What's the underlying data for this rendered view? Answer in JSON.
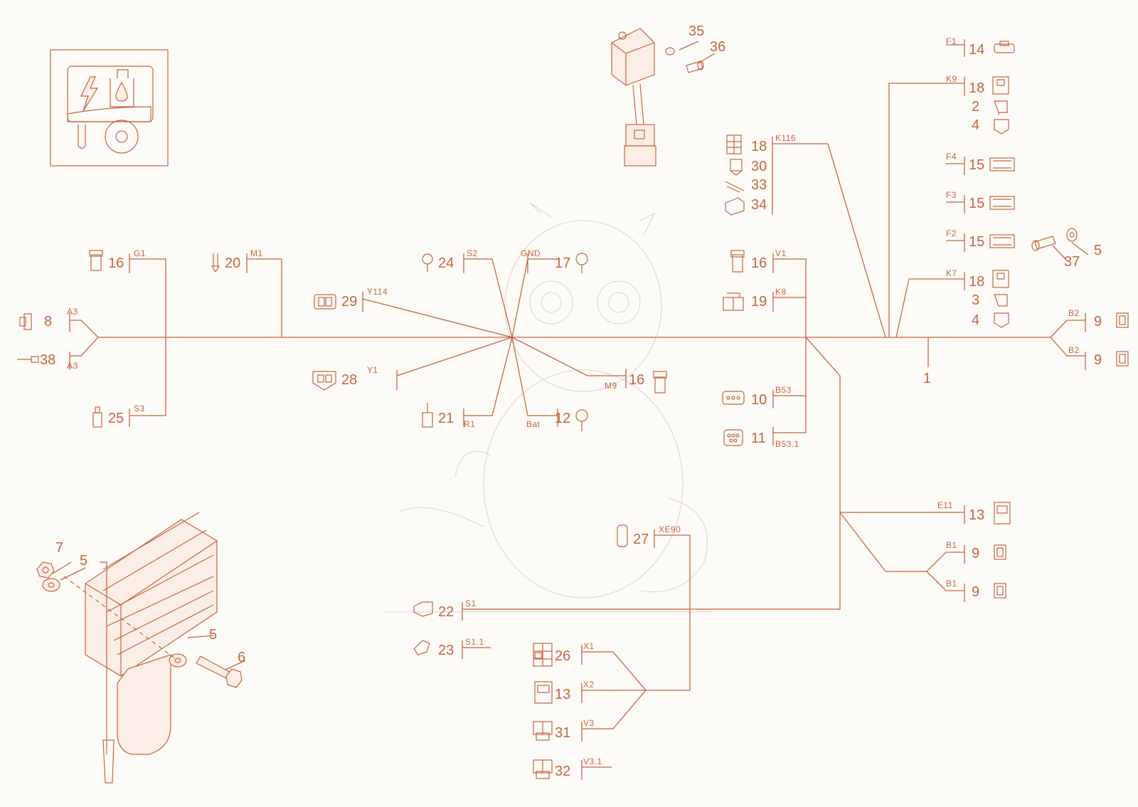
{
  "diagram": {
    "icon": "generator-electrical-icon",
    "accent_color": "#c8643c",
    "labels": [
      {
        "text": "35"
      },
      {
        "text": "36"
      },
      {
        "text": "F1"
      },
      {
        "text": "14"
      },
      {
        "text": "K9"
      },
      {
        "text": "18"
      },
      {
        "text": "2"
      },
      {
        "text": "4"
      },
      {
        "text": "K116"
      },
      {
        "text": "18"
      },
      {
        "text": "30"
      },
      {
        "text": "33"
      },
      {
        "text": "34"
      },
      {
        "text": "F4"
      },
      {
        "text": "15"
      },
      {
        "text": "F3"
      },
      {
        "text": "15"
      },
      {
        "text": "F2"
      },
      {
        "text": "15"
      },
      {
        "text": "5"
      },
      {
        "text": "37"
      },
      {
        "text": "K7"
      },
      {
        "text": "18"
      },
      {
        "text": "3"
      },
      {
        "text": "4"
      },
      {
        "text": "16"
      },
      {
        "text": "G1"
      },
      {
        "text": "20"
      },
      {
        "text": "M1"
      },
      {
        "text": "24"
      },
      {
        "text": "S2"
      },
      {
        "text": "GND"
      },
      {
        "text": "17"
      },
      {
        "text": "16"
      },
      {
        "text": "V1"
      },
      {
        "text": "29"
      },
      {
        "text": "Y114"
      },
      {
        "text": "19"
      },
      {
        "text": "K8"
      },
      {
        "text": "8"
      },
      {
        "text": "A3"
      },
      {
        "text": "38"
      },
      {
        "text": "A3"
      },
      {
        "text": "B2"
      },
      {
        "text": "9"
      },
      {
        "text": "B2"
      },
      {
        "text": "9"
      },
      {
        "text": "28"
      },
      {
        "text": "Y1"
      },
      {
        "text": "M9"
      },
      {
        "text": "16"
      },
      {
        "text": "1"
      },
      {
        "text": "10"
      },
      {
        "text": "B53"
      },
      {
        "text": "25"
      },
      {
        "text": "S3"
      },
      {
        "text": "21"
      },
      {
        "text": "R1"
      },
      {
        "text": "Bat"
      },
      {
        "text": "12"
      },
      {
        "text": "11"
      },
      {
        "text": "B53.1"
      },
      {
        "text": "E11"
      },
      {
        "text": "13"
      },
      {
        "text": "27"
      },
      {
        "text": "XE90"
      },
      {
        "text": "B1"
      },
      {
        "text": "9"
      },
      {
        "text": "7"
      },
      {
        "text": "5"
      },
      {
        "text": "B1"
      },
      {
        "text": "9"
      },
      {
        "text": "22"
      },
      {
        "text": "S1"
      },
      {
        "text": "5"
      },
      {
        "text": "23"
      },
      {
        "text": "S1.1"
      },
      {
        "text": "6"
      },
      {
        "text": "26"
      },
      {
        "text": "X1"
      },
      {
        "text": "13"
      },
      {
        "text": "X2"
      },
      {
        "text": "31"
      },
      {
        "text": "V3"
      },
      {
        "text": "32"
      },
      {
        "text": "V3.1"
      }
    ]
  }
}
